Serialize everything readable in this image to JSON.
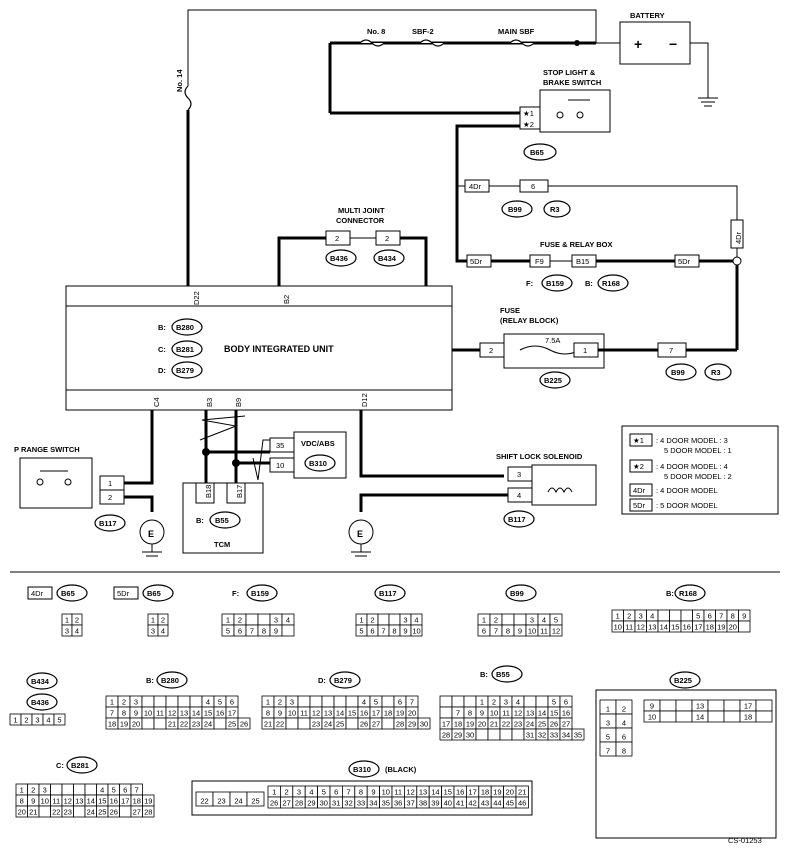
{
  "components": {
    "battery": "BATTERY",
    "fuse_no8": "No. 8",
    "sbf2": "SBF-2",
    "main_sbf": "MAIN SBF",
    "fuse_no14": "No. 14",
    "stop_light_switch": [
      "STOP LIGHT &",
      "BRAKE SWITCH"
    ],
    "multi_joint": [
      "MULTI JOINT",
      "CONNECTOR"
    ],
    "fuse_relay_box": "FUSE & RELAY BOX",
    "fuse_relay_block": [
      "FUSE",
      "(RELAY BLOCK)"
    ],
    "fuse_rating": "7.5A",
    "body_integrated_unit": "BODY INTEGRATED UNIT",
    "p_range_switch": "P RANGE SWITCH",
    "tcm": "TCM",
    "vdc_abs": "VDC/ABS",
    "shift_lock_solenoid": "SHIFT LOCK SOLENOID",
    "ground": "E"
  },
  "connectors": {
    "b65": "B65",
    "b99": "B99",
    "r3": "R3",
    "b159": "B159",
    "r168": "R168",
    "b436": "B436",
    "b434": "B434",
    "b225": "B225",
    "b280": "B280",
    "b281": "B281",
    "b279": "B279",
    "b310": "B310",
    "b55": "B55",
    "b117": "B117",
    "prefix_b": "B:",
    "prefix_c": "C:",
    "prefix_d": "D:",
    "prefix_f": "F:"
  },
  "pins": {
    "star1": "★1",
    "star2": "★2",
    "dr4": "4Dr",
    "dr5": "5Dr",
    "p6": "6",
    "f9": "F9",
    "b15": "B15",
    "p2": "2",
    "p1": "1",
    "p7": "7",
    "d22": "D22",
    "b2": "B2",
    "c4": "C4",
    "b3": "B3",
    "b9": "B9",
    "d12": "D12",
    "p35": "35",
    "p10": "10",
    "b18": "B18",
    "b17": "B17",
    "p3": "3",
    "p4": "4"
  },
  "legend": [
    {
      "tag": "★1",
      "text": ": 4 DOOR MODEL  : 3",
      "text2": "5 DOOR MODEL  : 1"
    },
    {
      "tag": "★2",
      "text": ": 4 DOOR MODEL  : 4",
      "text2": "5 DOOR MODEL  : 2"
    },
    {
      "tag": "4Dr",
      "text": ": 4 DOOR MODEL",
      "text2": ""
    },
    {
      "tag": "5Dr",
      "text": ": 5 DOOR MODEL",
      "text2": ""
    }
  ],
  "connector_views": {
    "b310_title": "(BLACK)",
    "figure_id": "CS-01253"
  }
}
